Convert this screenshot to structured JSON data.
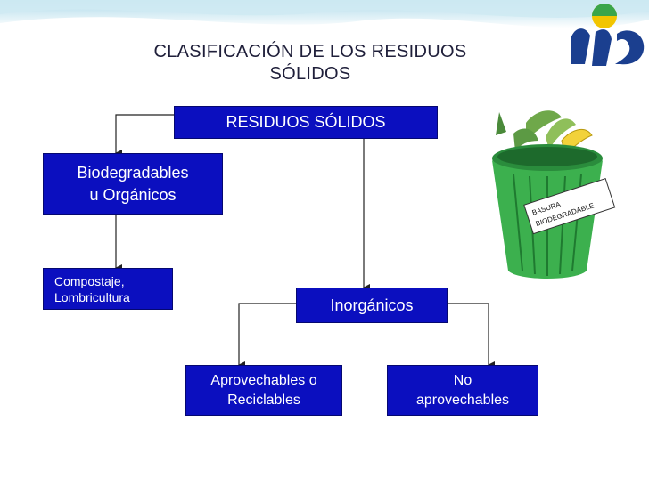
{
  "title": {
    "line1": "CLASIFICACIÓN DE LOS RESIDUOS",
    "line2": "SÓLIDOS"
  },
  "nodes": {
    "root": "RESIDUOS SÓLIDOS",
    "biodegradables": {
      "line1": "Biodegradables",
      "line2": "u Orgánicos"
    },
    "compostaje": {
      "line1": "Compostaje,",
      "line2": "Lombricultura"
    },
    "inorganicos": "Inorgánicos",
    "aprovechables": {
      "line1": "Aprovechables o",
      "line2": "Reciclables"
    },
    "no_aprovechables": {
      "line1": "No",
      "line2": "aprovechables"
    }
  },
  "bin_label": {
    "line1": "BASURA",
    "line2": "BIODEGRADABLE"
  },
  "colors": {
    "box_fill": "#0b0fbf",
    "box_text": "#ffffff",
    "title_text": "#1f1f3a",
    "connector": "#222222",
    "banner_wave": "#bfe3ef",
    "bin_green": "#2fa84a",
    "logo_blue": "#1b3f8f",
    "logo_gold": "#f2c500"
  },
  "icons": [
    "bio-waste-bin-icon",
    "university-logo-icon"
  ]
}
